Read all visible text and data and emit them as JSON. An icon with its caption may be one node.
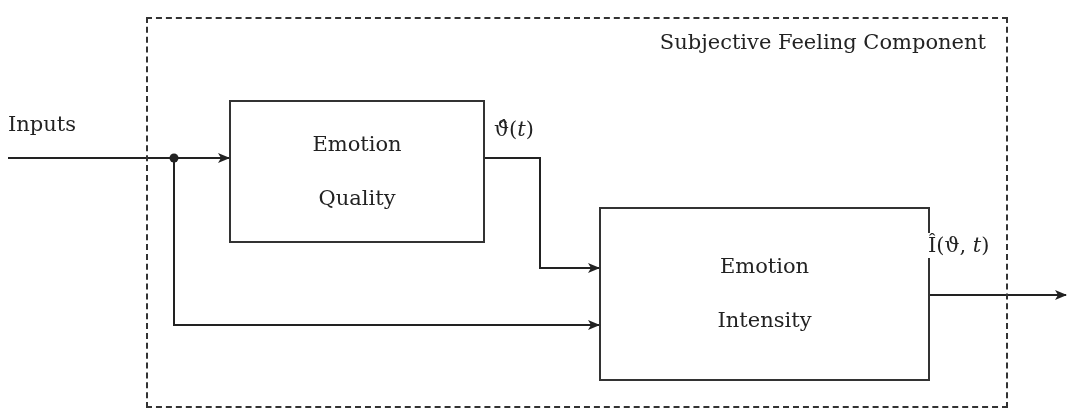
{
  "diagram": {
    "nodes": [
      {
        "text": [
          "Subjective Feeling Component"
        ]
      },
      {
        "text": [
          "Emotion Quality"
        ],
        "in": 0
      },
      {
        "text": [
          "Emotion Intensity"
        ],
        "in": 0
      }
    ],
    "edges": [
      {
        "from": null,
        "to": 1,
        "arrow": "to",
        "label": "Inputs"
      },
      {
        "from": null,
        "to": 2,
        "arrow": "to"
      },
      {
        "from": 1,
        "to": 2,
        "arrow": "to",
        "label": "ϑ̂(*t*)"
      },
      {
        "from": 2,
        "to": null,
        "arrow": "to",
        "label": "Î(ϑ, *t*)"
      }
    ]
  }
}
